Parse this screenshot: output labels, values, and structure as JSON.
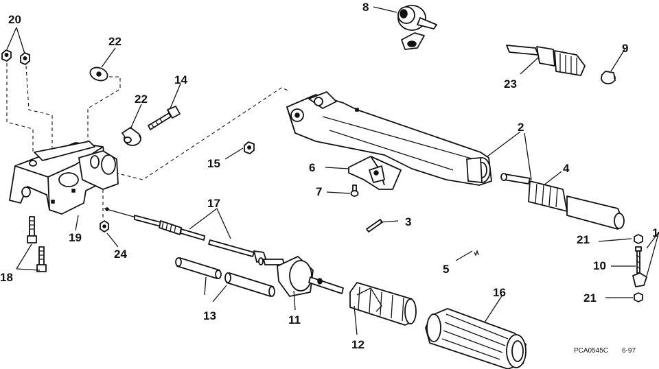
{
  "callouts": {
    "n1": "1",
    "n2": "2",
    "n3": "3",
    "n4": "4",
    "n5": "5",
    "n6": "6",
    "n7": "7",
    "n8": "8",
    "n9": "9",
    "n10": "10",
    "n11": "11",
    "n12": "12",
    "n13": "13",
    "n14": "14",
    "n15": "15",
    "n16": "16",
    "n17": "17",
    "n18": "18",
    "n19": "19",
    "n20": "20",
    "n21a": "21",
    "n21b": "21",
    "n22a": "22",
    "n22b": "22",
    "n23": "23",
    "n24": "24"
  },
  "footer": {
    "drawing_code": "PCA0545C",
    "date": "6-97"
  },
  "colors": {
    "ink": "#111111",
    "paper": "#ffffff",
    "shade": "#cfcfcf"
  }
}
